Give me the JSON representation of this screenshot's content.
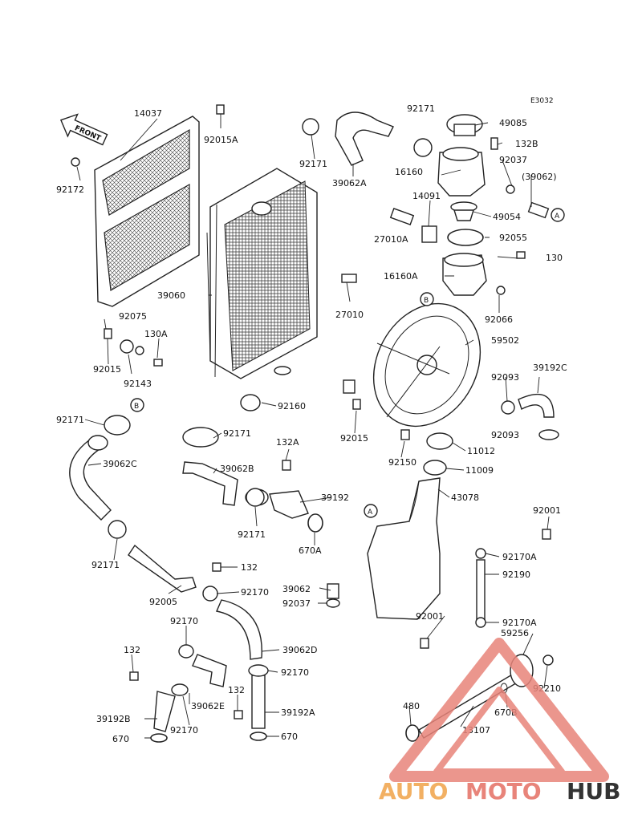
{
  "diagram": {
    "code": "E3032",
    "front_label": "FRONT",
    "parts": {
      "p14037": "14037",
      "p92015A": "92015A",
      "p92172": "92172",
      "p92171_top": "92171",
      "p92171_top2": "92171",
      "p39062A": "39062A",
      "p49085": "49085",
      "p132B": "132B",
      "p92037_top": "92037",
      "p39062_paren": "(39062)",
      "p16160": "16160",
      "p14091": "14091",
      "p49054": "49054",
      "p27010A": "27010A",
      "p92055": "92055",
      "p130": "130",
      "p16160A": "16160A",
      "p39060": "39060",
      "p27010": "27010",
      "p92066": "92066",
      "p59502": "59502",
      "p92075": "92075",
      "p130A": "130A",
      "p92015_left": "92015",
      "p92143": "92143",
      "p39192C": "39192C",
      "p92093_a": "92093",
      "p92093_b": "92093",
      "p92171_left": "92171",
      "p92160": "92160",
      "p92171_mid": "92171",
      "p92015_mid": "92015",
      "p11012": "11012",
      "p39062C": "39062C",
      "p132A": "132A",
      "p39062B": "39062B",
      "p92150": "92150",
      "p11009": "11009",
      "p39192": "39192",
      "p43078": "43078",
      "p92171_b": "92171",
      "p670A": "670A",
      "p92001_top": "92001",
      "p92171_c": "92171",
      "p132_mid": "132",
      "p92170A_top": "92170A",
      "p92005": "92005",
      "p92170_a": "92170",
      "p39062": "39062",
      "p92037_mid": "92037",
      "p92190": "92190",
      "p92001_mid": "92001",
      "p92170A_bot": "92170A",
      "p92170_b": "92170",
      "p59256": "59256",
      "p132_low": "132",
      "p39062D": "39062D",
      "p92170_c": "92170",
      "p92210": "92210",
      "p132_low2": "132",
      "p480": "480",
      "p670B": "670B",
      "p39192B": "39192B",
      "p39062E": "39062E",
      "p39192A": "39192A",
      "p13107": "13107",
      "p670_a": "670",
      "p92170_d": "92170",
      "p670_b": "670"
    },
    "callouts": {
      "a_top": "A",
      "a_bottom": "A",
      "b_left": "B",
      "b_mid": "B"
    }
  },
  "watermark": {
    "auto": "AUTO",
    "moto": "MOTO",
    "hub": "HUB"
  },
  "colors": {
    "line": "#222222",
    "watermark_triangle": "#e8847a",
    "watermark_auto": "#f2b063",
    "watermark_hub": "#333333"
  }
}
